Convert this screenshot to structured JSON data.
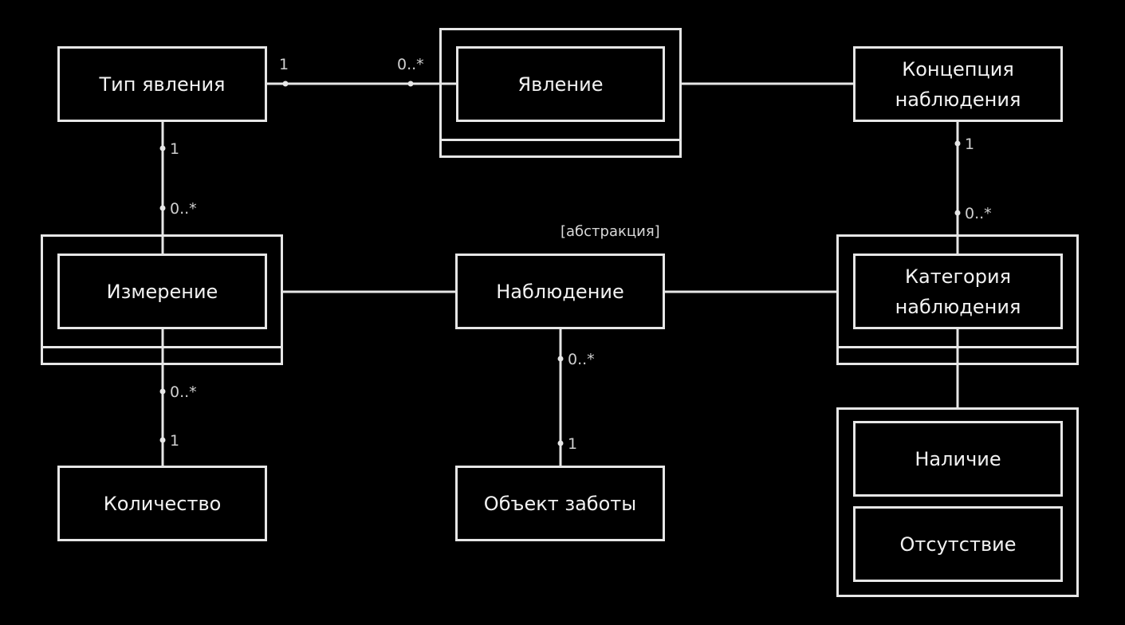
{
  "classes": {
    "phenomenon_type": "Тип явления",
    "phenomenon": "Явление",
    "observation_concept": "Концепция\nнаблюдения",
    "measurement": "Измерение",
    "observation": "Наблюдение",
    "observation_category": "Категория\nнаблюдения",
    "quantity": "Количество",
    "object_of_care": "Объект заботы",
    "presence": "Наличие",
    "absence": "Отсутствие"
  },
  "annotations": {
    "abstract_note": "[абстракция]"
  },
  "multiplicities": {
    "type_phen_left": "1",
    "type_phen_right": "0..*",
    "type_meas_top": "1",
    "type_meas_bottom": "0..*",
    "concept_cat_top": "1",
    "concept_cat_bottom": "0..*",
    "obs_object_top": "0..*",
    "obs_object_bottom": "1",
    "meas_qty_top": "0..*",
    "meas_qty_bottom": "1"
  },
  "colors": {
    "background": "#000000",
    "line": "#e6e6e6",
    "text": "#f2f2f2"
  }
}
